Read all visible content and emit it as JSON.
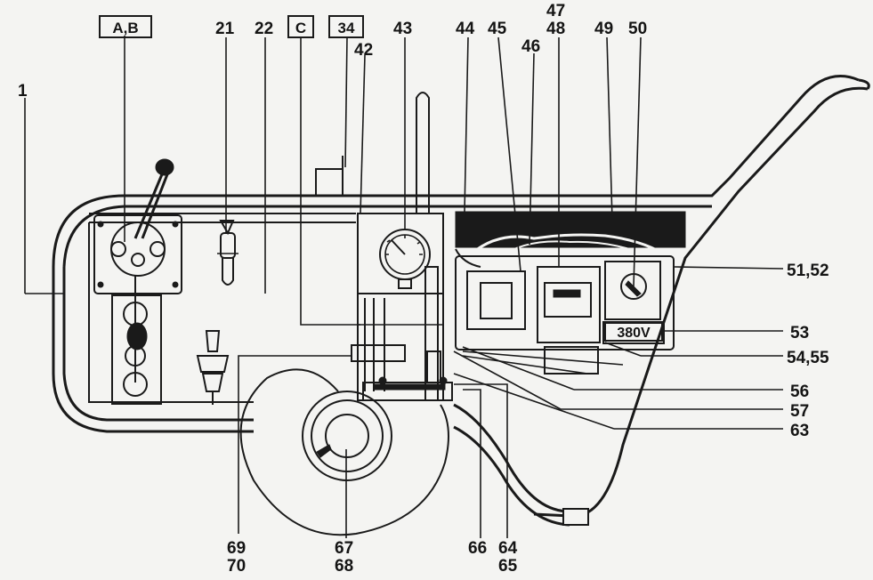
{
  "boxed_labels": {
    "ab": "A,B",
    "c": "C",
    "n34": "34"
  },
  "plate_text": "380V",
  "callouts": {
    "n1": "1",
    "n21": "21",
    "n22": "22",
    "n42": "42",
    "n43": "43",
    "n44": "44",
    "n45": "45",
    "n46": "46",
    "n47": "47",
    "n48": "48",
    "n49": "49",
    "n50": "50",
    "n51_52": "51,52",
    "n53": "53",
    "n54_55": "54,55",
    "n56": "56",
    "n57": "57",
    "n63": "63",
    "n69": "69",
    "n70": "70",
    "n67": "67",
    "n68": "68",
    "n66": "66",
    "n64": "64",
    "n65": "65"
  }
}
